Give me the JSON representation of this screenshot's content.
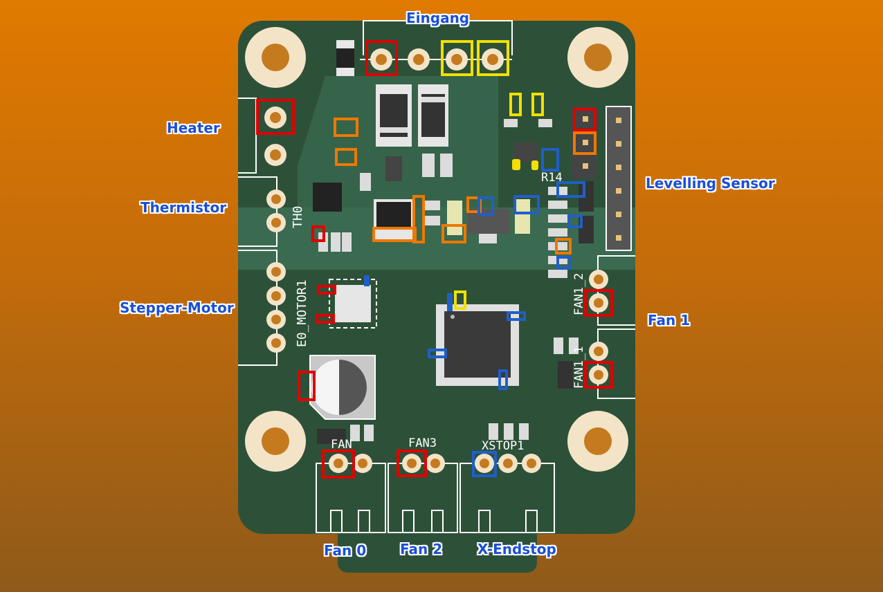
{
  "labels": {
    "input": "Eingang",
    "heater": "Heater",
    "thermistor": "Thermistor",
    "stepper_motor": "Stepper-Motor",
    "levelling_sensor": "Levelling Sensor",
    "fan1": "Fan 1",
    "fan0": "Fan 0",
    "fan2": "Fan 2",
    "x_endstop": "X-Endstop"
  },
  "silkscreen": {
    "th0": "TH0",
    "e0_motor": "E0_MOTOR1",
    "r14": "R14",
    "fan1_2": "FAN1_2",
    "fan1_1": "FAN1_1",
    "fan3": "FAN3",
    "xstop": "XSTOP1",
    "fan_partial": "FAN"
  },
  "colors": {
    "board_dark": "#2d5138",
    "board_light": "#3c6e54",
    "silk": "#ffffff",
    "copper_ring": "#f3d9a8",
    "copper_hole": "#c57a1f",
    "marker_red": "#e00000",
    "marker_yellow": "#f2e000",
    "marker_orange": "#f07800",
    "marker_blue": "#1f5fc8",
    "label_text": "#1a4fd6"
  }
}
